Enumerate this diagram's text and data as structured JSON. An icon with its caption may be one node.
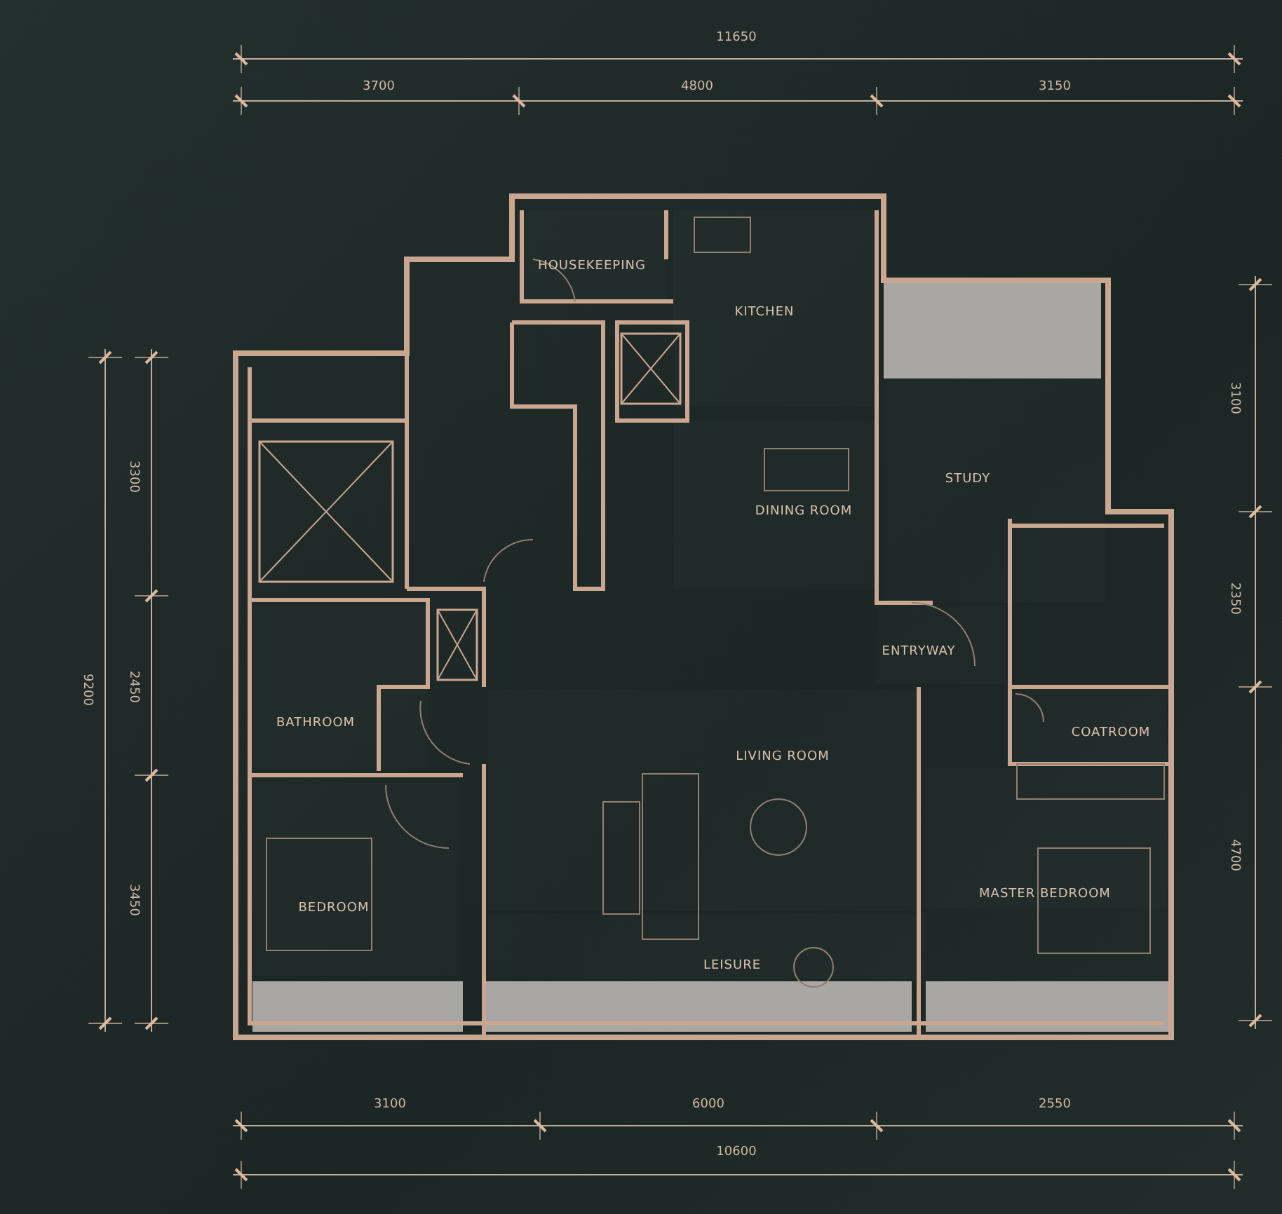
{
  "diagram": {
    "nodes": [
      {
        "text": [
          "HOUSEKEEPING"
        ]
      },
      {
        "text": [
          "KITCHEN"
        ]
      },
      {
        "text": [
          "DINING ROOM"
        ]
      },
      {
        "text": [
          "STUDY"
        ]
      },
      {
        "text": [
          "ENTRYWAY"
        ]
      },
      {
        "text": [
          "BATHROOM"
        ]
      },
      {
        "text": [
          "LIVING ROOM"
        ]
      },
      {
        "text": [
          "COATROOM"
        ]
      },
      {
        "text": [
          "BEDROOM"
        ]
      },
      {
        "text": [
          "MASTER BEDROOM"
        ]
      },
      {
        "text": [
          "LEISURE"
        ]
      }
    ],
    "edges": [],
    "labels": [
      "11650",
      "3700",
      "4800",
      "3150",
      "9200",
      "3300",
      "2450",
      "3450",
      "3100",
      "2350",
      "4700",
      "3100",
      "6000",
      "2550",
      "10600"
    ]
  }
}
